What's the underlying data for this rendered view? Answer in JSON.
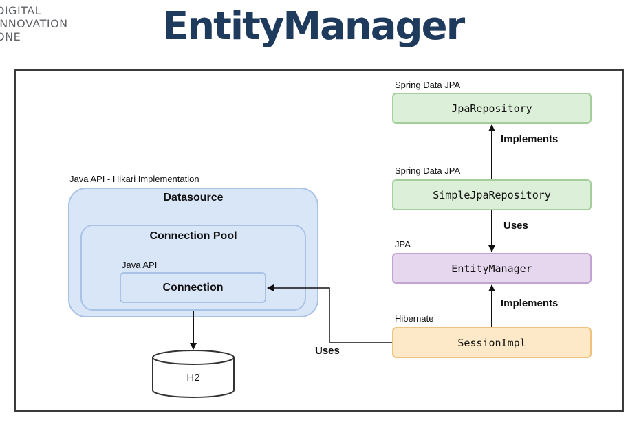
{
  "logo": {
    "line1": "DIGITAL",
    "line2": "INNOVATION",
    "line3": "ONE"
  },
  "title": "EntityManager",
  "diagram": {
    "datasource": {
      "group_label": "Java API - Hikari Implementation",
      "title": "Datasource",
      "pool_title": "Connection Pool",
      "connection_label": "Java API",
      "connection": "Connection"
    },
    "database": "H2",
    "jpa_repository": {
      "label": "Spring Data JPA",
      "name": "JpaRepository"
    },
    "simple_jpa_repository": {
      "label": "Spring Data JPA",
      "name": "SimpleJpaRepository"
    },
    "entity_manager": {
      "label": "JPA",
      "name": "EntityManager"
    },
    "session_impl": {
      "label": "Hibernate",
      "name": "SessionImpl"
    },
    "edges": {
      "simple_to_jpa": "Implements",
      "simple_to_em": "Uses",
      "session_to_em": "Implements",
      "session_to_connection": "Uses"
    }
  }
}
